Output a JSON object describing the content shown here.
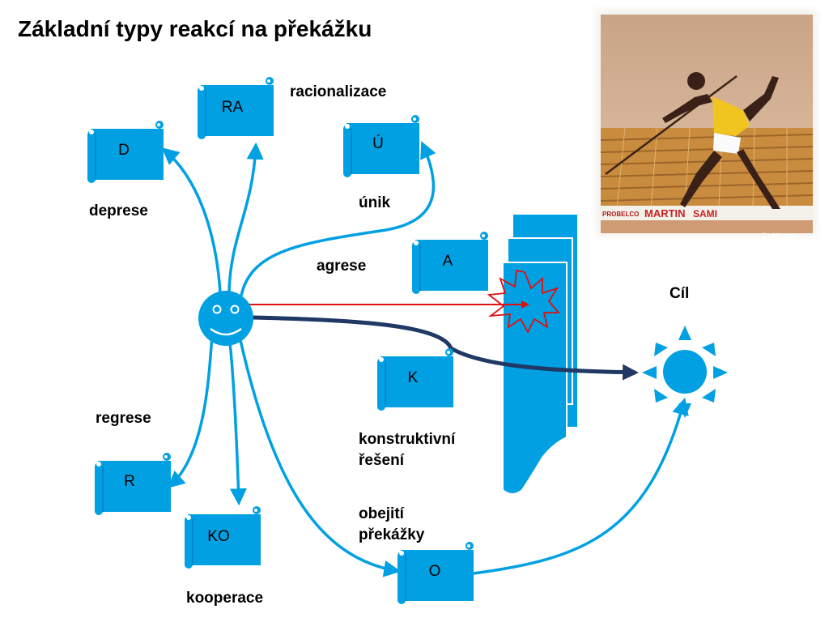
{
  "title": "Základní typy reakcí na překážku",
  "nodes": {
    "d": {
      "code": "D",
      "label": "deprese"
    },
    "ra": {
      "code": "RA",
      "label": "racionalizace"
    },
    "u": {
      "code": "Ú",
      "label": "únik"
    },
    "a": {
      "code": "A",
      "label": "agrese"
    },
    "k": {
      "code": "K",
      "label_lines": [
        "konstruktivní",
        "řešení"
      ]
    },
    "r": {
      "code": "R",
      "label": "regrese"
    },
    "ko": {
      "code": "KO",
      "label": "kooperace"
    },
    "o": {
      "code": "O",
      "label_lines": [
        "obejití",
        "překážky"
      ]
    }
  },
  "goal": {
    "label": "Cíl"
  },
  "photo": {
    "watermark": "Corbis.com",
    "banner": [
      "PROBELCO",
      "MARTIN",
      "SAMI"
    ]
  },
  "colors": {
    "accent": "#00A0E3",
    "accent_dark": "#0072B0",
    "dark_arrow": "#1F3864",
    "red": "#E01010"
  }
}
